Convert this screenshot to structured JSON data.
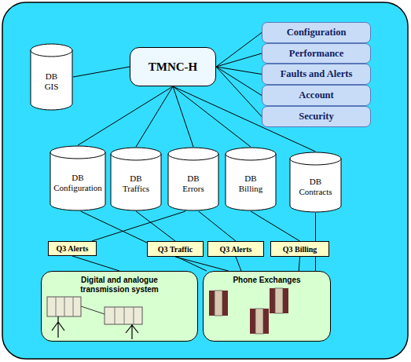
{
  "diagram": {
    "nodes": [
      {
        "text": [
          "DB GIS"
        ]
      },
      {
        "text": [
          "TMNC-H"
        ]
      },
      {
        "text": [
          "Configuration"
        ]
      },
      {
        "text": [
          "Performance"
        ]
      },
      {
        "text": [
          "Faults and Alerts"
        ]
      },
      {
        "text": [
          "Account"
        ]
      },
      {
        "text": [
          "Security"
        ]
      },
      {
        "text": [
          "DB Configuration"
        ]
      },
      {
        "text": [
          "DB Traffics"
        ]
      },
      {
        "text": [
          "DB Errors"
        ]
      },
      {
        "text": [
          "DB Billing"
        ]
      },
      {
        "text": [
          "DB Contracts"
        ]
      },
      {
        "text": [
          "Q3 Alerts"
        ]
      },
      {
        "text": [
          "Q3 Traffic"
        ]
      },
      {
        "text": [
          "Q3 Alerts"
        ]
      },
      {
        "text": [
          "Q3 Billing"
        ]
      },
      {
        "text": [
          "Digital and analogue transmission system"
        ]
      },
      {
        "text": [
          "Phone Exchanges"
        ]
      }
    ],
    "edges": [
      {
        "from": 0,
        "to": 1,
        "arrow": "none"
      },
      {
        "from": 1,
        "to": 2,
        "arrow": "none"
      },
      {
        "from": 1,
        "to": 3,
        "arrow": "none"
      },
      {
        "from": 1,
        "to": 4,
        "arrow": "none"
      },
      {
        "from": 1,
        "to": 5,
        "arrow": "none"
      },
      {
        "from": 1,
        "to": 6,
        "arrow": "none"
      },
      {
        "from": 1,
        "to": 7,
        "arrow": "none"
      },
      {
        "from": 1,
        "to": 8,
        "arrow": "none"
      },
      {
        "from": 1,
        "to": 9,
        "arrow": "none"
      },
      {
        "from": 1,
        "to": 10,
        "arrow": "none"
      },
      {
        "from": 1,
        "to": 11,
        "arrow": "none"
      },
      {
        "from": 9,
        "to": 12,
        "arrow": "none"
      },
      {
        "from": 8,
        "to": 13,
        "arrow": "none"
      },
      {
        "from": 9,
        "to": 14,
        "arrow": "none"
      },
      {
        "from": 10,
        "to": 15,
        "arrow": "none"
      },
      {
        "from": 12,
        "to": 16,
        "arrow": "none"
      },
      {
        "from": 13,
        "to": 17,
        "arrow": "none"
      },
      {
        "from": 14,
        "to": 17,
        "arrow": "none"
      },
      {
        "from": 15,
        "to": 17,
        "arrow": "none"
      },
      {
        "from": 7,
        "to": 17,
        "arrow": "none"
      },
      {
        "from": 11,
        "to": 17,
        "arrow": "none"
      }
    ]
  }
}
